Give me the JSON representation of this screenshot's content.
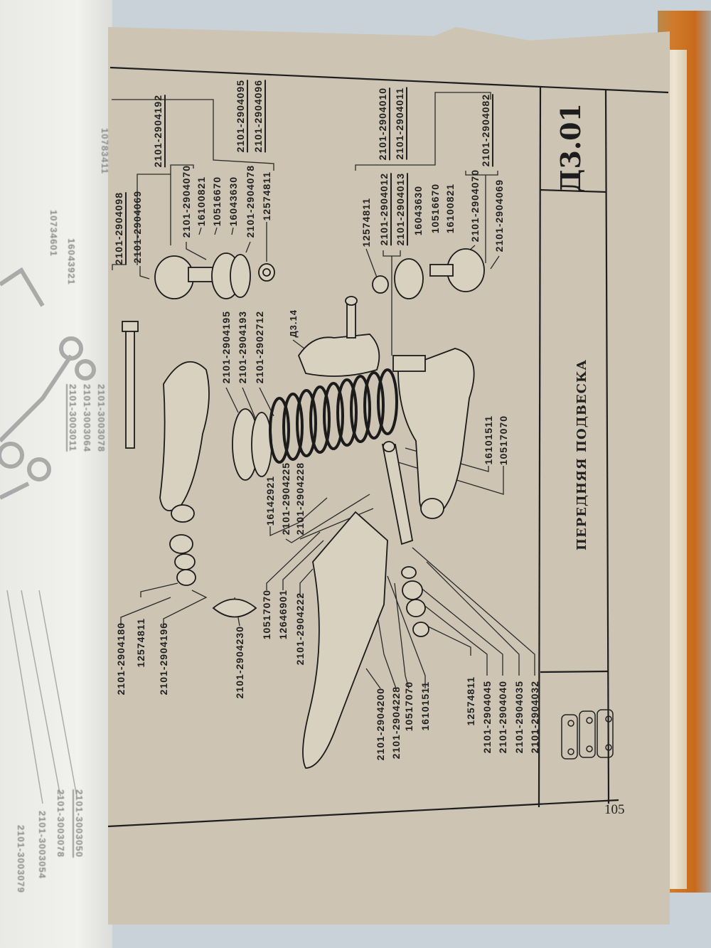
{
  "sheet": {
    "code": "Д3.01",
    "title": "ПЕРЕДНЯЯ ПОДВЕСКА",
    "page_number": "105",
    "ref_knuckle": "Д3.14"
  },
  "labels": [
    "2101-2904098",
    "2101-2904069",
    "2101-2904192",
    "2101-2904070",
    "16100821",
    "10516670",
    "16043630",
    "2101-2904078",
    "12574811",
    "2101-2904095",
    "2101-2904096",
    "2101-2904010",
    "2101-2904011",
    "12574811",
    "2101-2904012",
    "2101-2904013",
    "16043630",
    "10516670",
    "16100821",
    "2101-2904070",
    "2101-2904082",
    "2101-2904069",
    "2101-2904195",
    "2101-2904193",
    "2101-2902712",
    "16101511",
    "10517070",
    "16142921",
    "2101-2904225",
    "2101-2904228",
    "10517070",
    "12646901",
    "2101-2904222",
    "2101-2904180",
    "12574811",
    "2101-2904196",
    "2101-2904230",
    "2101-2904200",
    "2101-2904228",
    "10517070",
    "16101511",
    "12574811",
    "2101-2904045",
    "2101-2904040",
    "2101-2904035",
    "2101-2904032"
  ],
  "left_page_labels": [
    "10734601",
    "16043921",
    "10783411",
    "2101-3003011",
    "2101-3003064",
    "2101-3003078",
    "2101-3003050",
    "2101-3003078",
    "2101-3003054",
    "2101-3003079"
  ]
}
